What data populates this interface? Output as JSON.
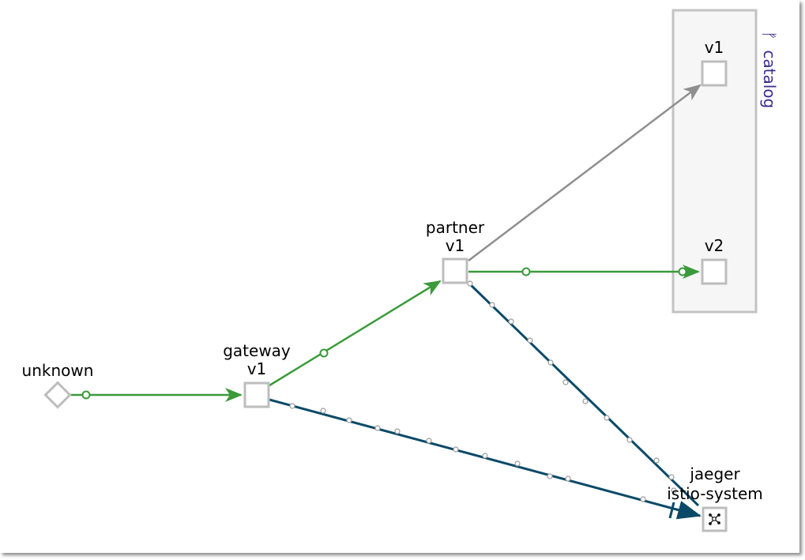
{
  "colors": {
    "healthy_edge": "#3a9a3a",
    "idle_edge": "#8f8f8f",
    "tcp_edge": "#0a4a68",
    "node_border": "#bdbdbd",
    "group_fill": "#f6f6f6",
    "group_border": "#c3c3c3",
    "group_label": "#3a2d8f"
  },
  "group": {
    "label": "catalog",
    "icon": "branch-icon",
    "icon_glyph": "ᚠ"
  },
  "nodes": {
    "unknown": {
      "label": "unknown",
      "shape": "diamond"
    },
    "gateway": {
      "line1": "gateway",
      "line2": "v1",
      "shape": "square"
    },
    "partner": {
      "line1": "partner",
      "line2": "v1",
      "shape": "square"
    },
    "catalog_v1": {
      "label": "v1",
      "shape": "square"
    },
    "catalog_v2": {
      "label": "v2",
      "shape": "square"
    },
    "jaeger": {
      "line1": "jaeger",
      "line2": "istio-system",
      "shape": "square",
      "icon": "network-icon"
    }
  },
  "edges": [
    {
      "id": "unknown-gateway",
      "from": "unknown",
      "to": "gateway",
      "kind": "http-healthy"
    },
    {
      "id": "gateway-partner",
      "from": "gateway",
      "to": "partner",
      "kind": "http-healthy"
    },
    {
      "id": "partner-catalog-v2",
      "from": "partner",
      "to": "catalog_v2",
      "kind": "http-healthy"
    },
    {
      "id": "partner-catalog-v1",
      "from": "partner",
      "to": "catalog_v1",
      "kind": "idle"
    },
    {
      "id": "gateway-jaeger",
      "from": "gateway",
      "to": "jaeger",
      "kind": "tcp"
    },
    {
      "id": "partner-jaeger",
      "from": "partner",
      "to": "jaeger",
      "kind": "tcp"
    }
  ]
}
